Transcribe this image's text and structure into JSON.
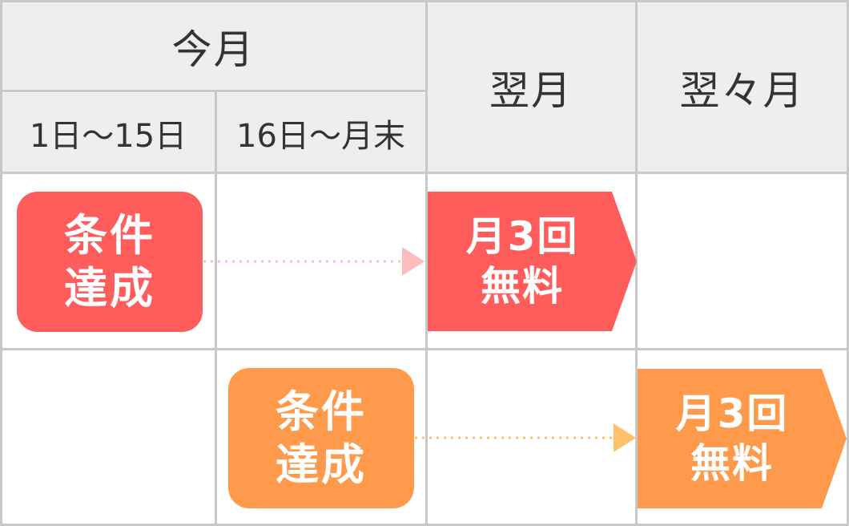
{
  "header": {
    "this_month": "今月",
    "next_month": "翌月",
    "month_after_next": "翌々月",
    "first_half": "1日〜15日",
    "second_half": "16日〜月末"
  },
  "rows": [
    {
      "condition": {
        "line1": "条件",
        "line2": "達成",
        "color": "#ff5c5c"
      },
      "reward": {
        "line1": "月3回",
        "line2": "無料",
        "color": "#ff5c5c"
      },
      "arrow_color": "#ffbcbc"
    },
    {
      "condition": {
        "line1": "条件",
        "line2": "達成",
        "color": "#ff9a4c"
      },
      "reward": {
        "line1": "月3回",
        "line2": "無料",
        "color": "#ff9a4c"
      },
      "arrow_color": "#ffc26b"
    }
  ],
  "colors": {
    "header_bg": "#eeeeee",
    "grid_line": "#c8c8c8",
    "text": "#333333"
  }
}
